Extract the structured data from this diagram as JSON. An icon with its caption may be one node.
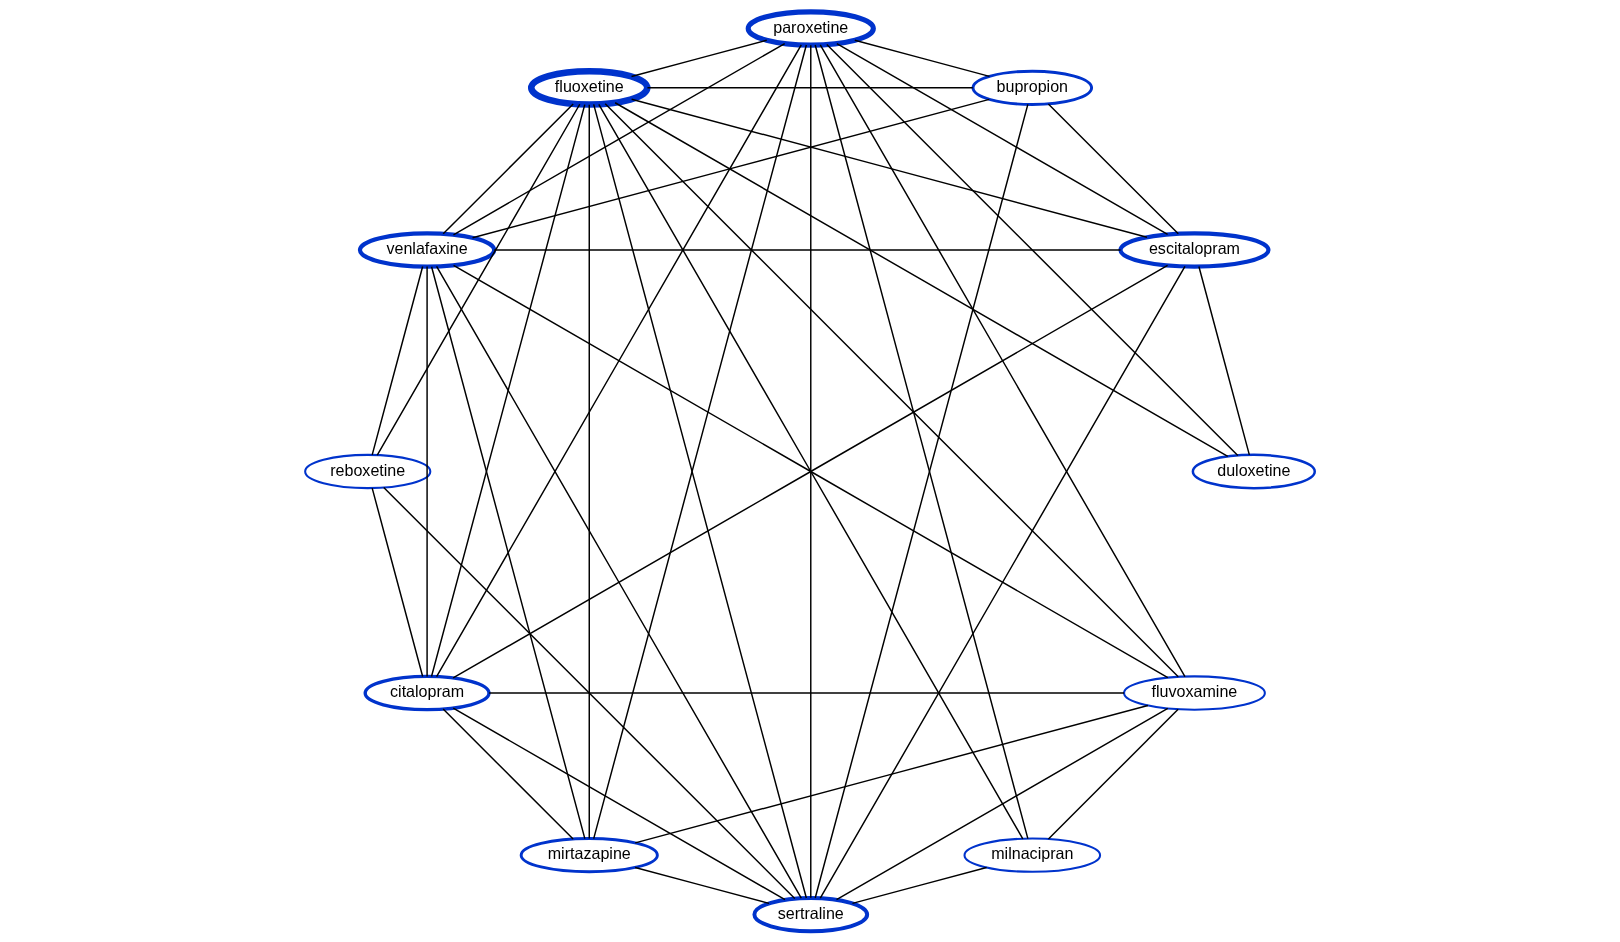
{
  "diagram": {
    "nodes": [
      {
        "text": [
          "sertraline"
        ]
      },
      {
        "text": [
          "milnacipran"
        ]
      },
      {
        "text": [
          "reboxetine"
        ]
      },
      {
        "text": [
          "paroxetine"
        ]
      },
      {
        "text": [
          "mirtazapine"
        ]
      },
      {
        "text": [
          "duloxetine"
        ]
      },
      {
        "text": [
          "fluvoxamine"
        ]
      },
      {
        "text": [
          "escitalopram"
        ]
      },
      {
        "text": [
          "citalopram"
        ]
      },
      {
        "text": [
          "bupropion"
        ]
      },
      {
        "text": [
          "venlafaxine"
        ]
      },
      {
        "text": [
          "fluoxetine"
        ]
      }
    ],
    "edges": [
      {
        "from": 0,
        "to": 1,
        "arrow": "none"
      },
      {
        "from": 0,
        "to": 2,
        "arrow": "none"
      },
      {
        "from": 0,
        "to": 3,
        "arrow": "none"
      },
      {
        "from": 0,
        "to": 4,
        "arrow": "none"
      },
      {
        "from": 0,
        "to": 6,
        "arrow": "none"
      },
      {
        "from": 0,
        "to": 8,
        "arrow": "none"
      },
      {
        "from": 0,
        "to": 10,
        "arrow": "none"
      },
      {
        "from": 0,
        "to": 11,
        "arrow": "none"
      },
      {
        "from": 0,
        "to": 9,
        "arrow": "none"
      },
      {
        "from": 0,
        "to": 7,
        "arrow": "none"
      },
      {
        "from": 1,
        "to": 3,
        "arrow": "none"
      },
      {
        "from": 1,
        "to": 6,
        "arrow": "none"
      },
      {
        "from": 1,
        "to": 11,
        "arrow": "none"
      },
      {
        "from": 2,
        "to": 8,
        "arrow": "none"
      },
      {
        "from": 2,
        "to": 10,
        "arrow": "none"
      },
      {
        "from": 2,
        "to": 11,
        "arrow": "none"
      },
      {
        "from": 3,
        "to": 4,
        "arrow": "none"
      },
      {
        "from": 3,
        "to": 6,
        "arrow": "none"
      },
      {
        "from": 3,
        "to": 8,
        "arrow": "none"
      },
      {
        "from": 3,
        "to": 10,
        "arrow": "none"
      },
      {
        "from": 3,
        "to": 11,
        "arrow": "none"
      },
      {
        "from": 3,
        "to": 9,
        "arrow": "none"
      },
      {
        "from": 3,
        "to": 7,
        "arrow": "none"
      },
      {
        "from": 3,
        "to": 5,
        "arrow": "none"
      },
      {
        "from": 4,
        "to": 6,
        "arrow": "none"
      },
      {
        "from": 4,
        "to": 8,
        "arrow": "none"
      },
      {
        "from": 4,
        "to": 10,
        "arrow": "none"
      },
      {
        "from": 4,
        "to": 11,
        "arrow": "none"
      },
      {
        "from": 5,
        "to": 7,
        "arrow": "none"
      },
      {
        "from": 5,
        "to": 11,
        "arrow": "none"
      },
      {
        "from": 6,
        "to": 8,
        "arrow": "none"
      },
      {
        "from": 6,
        "to": 10,
        "arrow": "none"
      },
      {
        "from": 6,
        "to": 11,
        "arrow": "none"
      },
      {
        "from": 7,
        "to": 8,
        "arrow": "none"
      },
      {
        "from": 7,
        "to": 10,
        "arrow": "none"
      },
      {
        "from": 7,
        "to": 11,
        "arrow": "none"
      },
      {
        "from": 7,
        "to": 9,
        "arrow": "none"
      },
      {
        "from": 8,
        "to": 10,
        "arrow": "none"
      },
      {
        "from": 8,
        "to": 11,
        "arrow": "none"
      },
      {
        "from": 9,
        "to": 10,
        "arrow": "none"
      },
      {
        "from": 9,
        "to": 11,
        "arrow": "none"
      },
      {
        "from": 10,
        "to": 11,
        "arrow": "none"
      }
    ]
  }
}
